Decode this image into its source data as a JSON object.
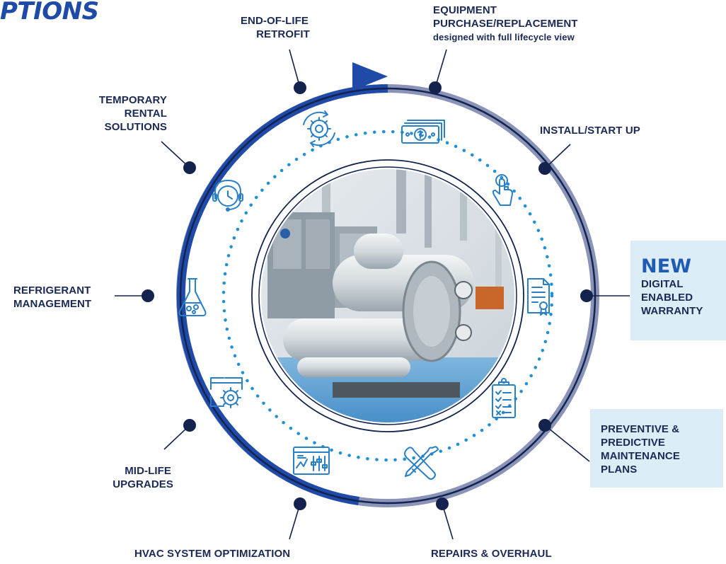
{
  "headline": "PTIONS",
  "labels": {
    "end_of_life": [
      "END-OF-LIFE",
      "RETROFIT"
    ],
    "equipment": [
      "EQUIPMENT",
      "PURCHASE/REPLACEMENT",
      "designed with full lifecycle view"
    ],
    "install": "INSTALL/START UP",
    "temporary": [
      "TEMPORARY",
      "RENTAL",
      "SOLUTIONS"
    ],
    "refrigerant": [
      "REFRIGERANT",
      "MANAGEMENT"
    ],
    "new_badge": "NEW",
    "warranty": [
      "DIGITAL",
      "ENABLED",
      "WARRANTY"
    ],
    "preventive": [
      "PREVENTIVE &",
      "PREDICTIVE",
      "MAINTENANCE",
      "PLANS"
    ],
    "midlife": [
      "MID-LIFE",
      "UPGRADES"
    ],
    "hvac": "HVAC SYSTEM OPTIMIZATION",
    "repairs": "REPAIRS & OVERHAUL"
  },
  "icons": [
    "gear-cycle-icon",
    "money-icon",
    "touch-hand-icon",
    "certificate-document-icon",
    "clipboard-checklist-icon",
    "tools-icon",
    "dashboard-sliders-icon",
    "settings-window-icon",
    "lab-flask-icon",
    "clock-support-icon"
  ],
  "image": "chiller-equipment-photo",
  "colors": {
    "ring_dark": "#1f4aa8",
    "ring_gray": "#8a93b8",
    "node": "#13234d",
    "dots": "#1e90d6",
    "icon": "#2a7fc9",
    "callout_bg": "#dcedf8",
    "new_text": "#1f5bb5"
  }
}
